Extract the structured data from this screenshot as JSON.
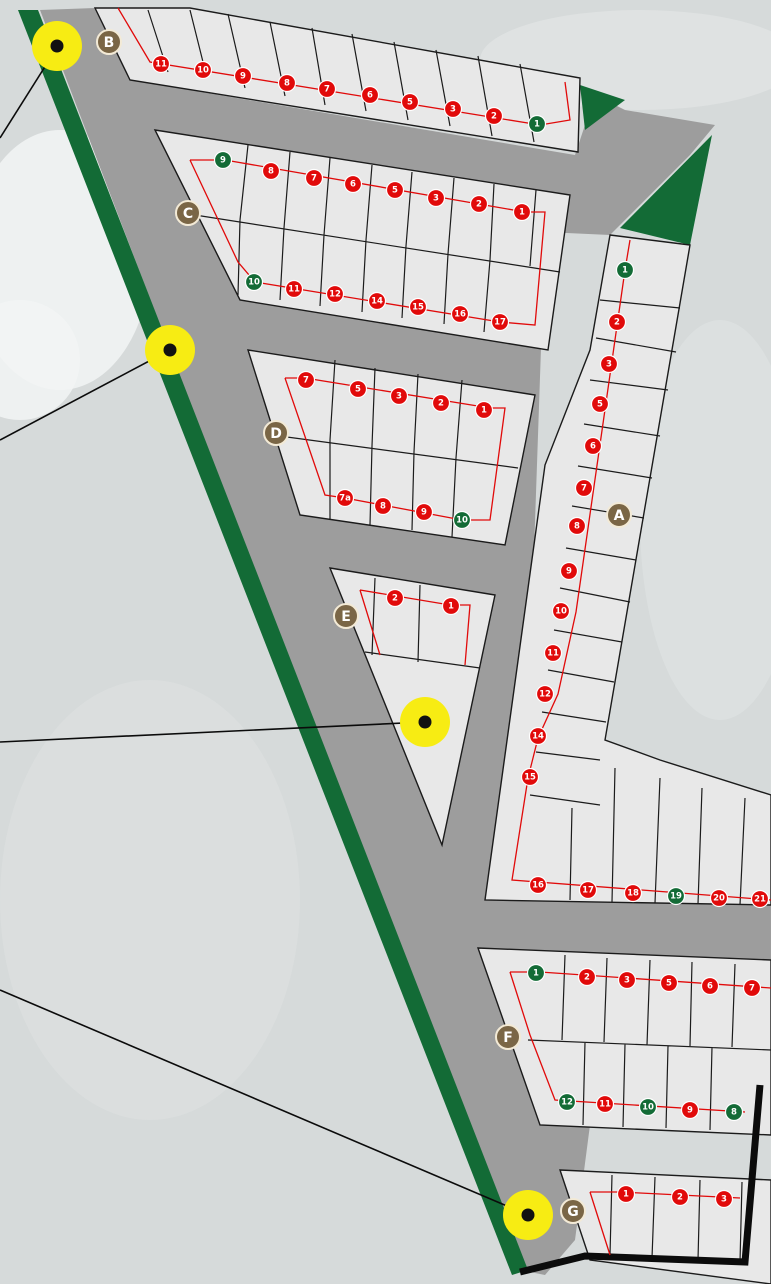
{
  "colors": {
    "available": "#136b36",
    "sold": "#e10a0a",
    "section_marker": "#7a6646",
    "pin": "#f7ec13",
    "road": "#9d9d9d",
    "buffer": "#136b36"
  },
  "sections": {
    "A": {
      "label": "A"
    },
    "B": {
      "label": "B"
    },
    "C": {
      "label": "C"
    },
    "D": {
      "label": "D"
    },
    "E": {
      "label": "E"
    },
    "F": {
      "label": "F"
    },
    "G": {
      "label": "G"
    }
  },
  "lots": {
    "A": [
      {
        "n": "1",
        "s": "available"
      },
      {
        "n": "2",
        "s": "sold"
      },
      {
        "n": "3",
        "s": "sold"
      },
      {
        "n": "5",
        "s": "sold"
      },
      {
        "n": "6",
        "s": "sold"
      },
      {
        "n": "7",
        "s": "sold"
      },
      {
        "n": "8",
        "s": "sold"
      },
      {
        "n": "9",
        "s": "sold"
      },
      {
        "n": "10",
        "s": "sold"
      },
      {
        "n": "11",
        "s": "sold"
      },
      {
        "n": "12",
        "s": "sold"
      },
      {
        "n": "14",
        "s": "sold"
      },
      {
        "n": "15",
        "s": "sold"
      },
      {
        "n": "16",
        "s": "sold"
      },
      {
        "n": "17",
        "s": "sold"
      },
      {
        "n": "18",
        "s": "sold"
      },
      {
        "n": "19",
        "s": "available"
      },
      {
        "n": "20",
        "s": "sold"
      },
      {
        "n": "21",
        "s": "sold"
      }
    ],
    "B": [
      {
        "n": "11",
        "s": "sold"
      },
      {
        "n": "10",
        "s": "sold"
      },
      {
        "n": "9",
        "s": "sold"
      },
      {
        "n": "8",
        "s": "sold"
      },
      {
        "n": "7",
        "s": "sold"
      },
      {
        "n": "6",
        "s": "sold"
      },
      {
        "n": "5",
        "s": "sold"
      },
      {
        "n": "3",
        "s": "sold"
      },
      {
        "n": "2",
        "s": "sold"
      },
      {
        "n": "1",
        "s": "available"
      }
    ],
    "C_top": [
      {
        "n": "9",
        "s": "available"
      },
      {
        "n": "8",
        "s": "sold"
      },
      {
        "n": "7",
        "s": "sold"
      },
      {
        "n": "6",
        "s": "sold"
      },
      {
        "n": "5",
        "s": "sold"
      },
      {
        "n": "3",
        "s": "sold"
      },
      {
        "n": "2",
        "s": "sold"
      },
      {
        "n": "1",
        "s": "sold"
      }
    ],
    "C_bottom": [
      {
        "n": "10",
        "s": "available"
      },
      {
        "n": "11",
        "s": "sold"
      },
      {
        "n": "12",
        "s": "sold"
      },
      {
        "n": "14",
        "s": "sold"
      },
      {
        "n": "15",
        "s": "sold"
      },
      {
        "n": "16",
        "s": "sold"
      },
      {
        "n": "17",
        "s": "sold"
      }
    ],
    "D_top": [
      {
        "n": "7",
        "s": "sold"
      },
      {
        "n": "5",
        "s": "sold"
      },
      {
        "n": "3",
        "s": "sold"
      },
      {
        "n": "2",
        "s": "sold"
      },
      {
        "n": "1",
        "s": "sold"
      }
    ],
    "D_bottom": [
      {
        "n": "7a",
        "s": "sold"
      },
      {
        "n": "8",
        "s": "sold"
      },
      {
        "n": "9",
        "s": "sold"
      },
      {
        "n": "10",
        "s": "available"
      }
    ],
    "E": [
      {
        "n": "2",
        "s": "sold"
      },
      {
        "n": "1",
        "s": "sold"
      }
    ],
    "F_top": [
      {
        "n": "1",
        "s": "available"
      },
      {
        "n": "2",
        "s": "sold"
      },
      {
        "n": "3",
        "s": "sold"
      },
      {
        "n": "5",
        "s": "sold"
      },
      {
        "n": "6",
        "s": "sold"
      },
      {
        "n": "7",
        "s": "sold"
      }
    ],
    "F_bottom": [
      {
        "n": "12",
        "s": "available"
      },
      {
        "n": "11",
        "s": "sold"
      },
      {
        "n": "10",
        "s": "available"
      },
      {
        "n": "9",
        "s": "sold"
      },
      {
        "n": "8",
        "s": "available"
      }
    ],
    "G": [
      {
        "n": "1",
        "s": "sold"
      },
      {
        "n": "2",
        "s": "sold"
      },
      {
        "n": "3",
        "s": "sold"
      }
    ]
  }
}
